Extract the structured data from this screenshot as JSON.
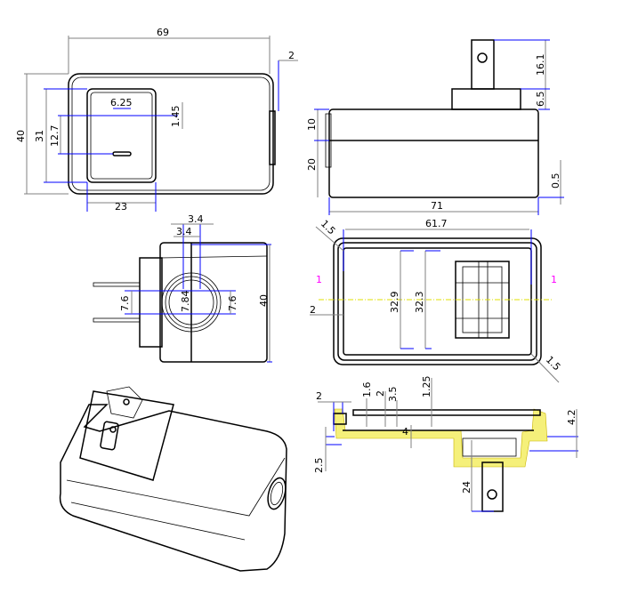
{
  "title": "Adapter enclosure technical drawing",
  "colors": {
    "outline": "#000000",
    "dimension": "#808080",
    "extension": "#0000ff",
    "section_fill": "#f5f07a",
    "centerline": "#e0e000",
    "marker": "#ff00ff"
  },
  "top_view": {
    "dims": [
      "69",
      "2",
      "40",
      "31",
      "12.7",
      "6.25",
      "1.45",
      "23"
    ]
  },
  "side_view": {
    "dims": [
      "16.1",
      "6.5",
      "10",
      "20",
      "0.5",
      "71"
    ]
  },
  "end_view": {
    "dims": [
      "3.4",
      "3.4",
      "7.6",
      "7.84",
      "7.6",
      "40"
    ]
  },
  "inner_view": {
    "dims": [
      "1.5",
      "61.7",
      "32.9",
      "32.3",
      "2",
      "1.5"
    ],
    "section_marks": [
      "1",
      "1"
    ]
  },
  "section_view": {
    "dims": [
      "2",
      "1.6",
      "2",
      "3.5",
      "1.25",
      "4",
      "4.2",
      "2.5",
      "24"
    ]
  }
}
